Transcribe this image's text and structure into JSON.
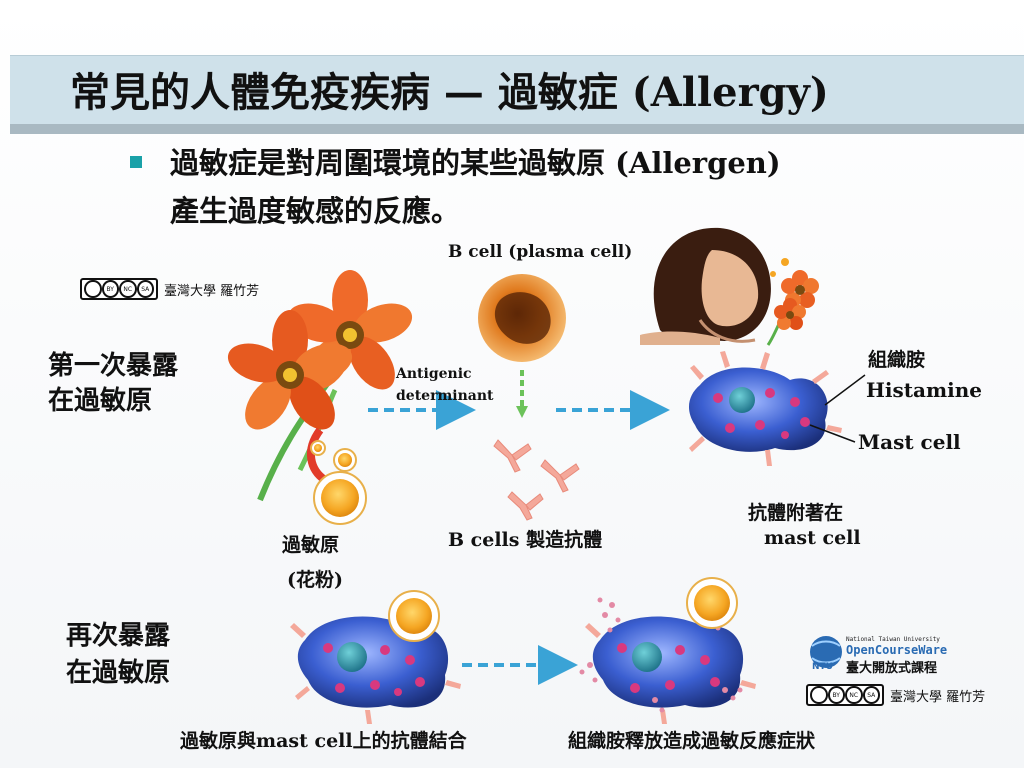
{
  "title": "常見的人體免疫疾病 — 過敏症 (Allergy)",
  "bullet_line1": "過敏症是對周圍環境的某些過敏原 (Allergen)",
  "bullet_line2": "產生過度敏感的反應。",
  "labels": {
    "b_cell_plasma": "B cell (plasma cell)",
    "antigenic": "Antigenic",
    "determinant": "determinant",
    "first_exposure_1": "第一次暴露",
    "first_exposure_2": "在過敏原",
    "allergen": "過敏原",
    "pollen": "(花粉)",
    "b_cells_make": "B cells 製造抗體",
    "histamine_cn": "組織胺",
    "histamine_en": "Histamine",
    "mast_cell": "Mast cell",
    "antibody_attach_1": "抗體附著在",
    "antibody_attach_2": "mast cell",
    "second_exposure_1": "再次暴露",
    "second_exposure_2": "在過敏原",
    "bind_caption": "過敏原與mast cell上的抗體結合",
    "release_caption": "組織胺釋放造成過敏反應症狀"
  },
  "credit": "臺灣大學 羅竹芳",
  "license_icons": [
    "cc-icon",
    "by-icon",
    "nc-icon",
    "sa-icon"
  ],
  "license_codes": [
    "BY",
    "NC",
    "SA"
  ],
  "ocw": {
    "line1": "National Taiwan University",
    "line2": "OpenCourseWare",
    "line3": "臺大開放式課程",
    "logo": "NTU"
  },
  "colors": {
    "title_bar": "#cfe1ea",
    "bullet": "#1aa1a8",
    "arrow": "#3aa3d6",
    "cell_body": "#2f4fb0",
    "granule": "#d8397f"
  }
}
